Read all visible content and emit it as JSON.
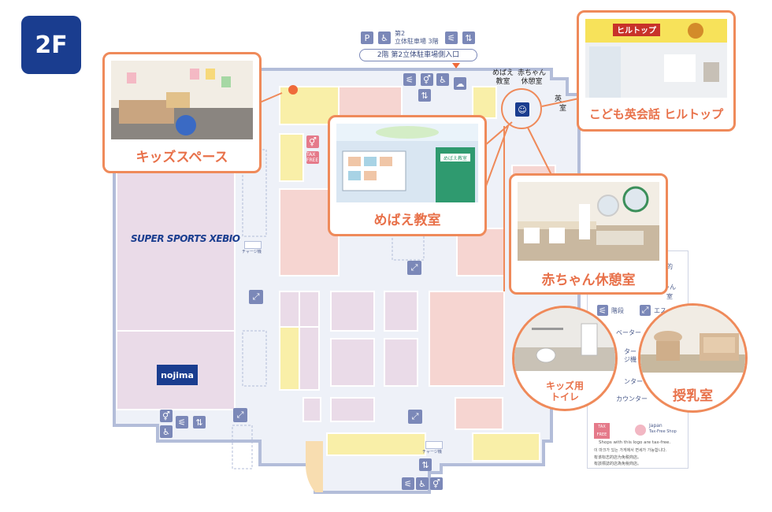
{
  "floor": {
    "label": "2F"
  },
  "parking": {
    "line1": "第2",
    "line2": "立体駐車場 3階",
    "entrance": "2階 第2立体駐車場側入口",
    "p_label": "P"
  },
  "callouts": {
    "kids_space": "キッズスペース",
    "mebae": "めばえ教室",
    "hilltop": "こども英会話 ヒルトップ",
    "baby_room": "赤ちゃん休憩室",
    "kids_toilet_line1": "キッズ用",
    "kids_toilet_line2": "トイレ",
    "nursing": "授乳室"
  },
  "map_labels": {
    "mebae_small_1": "めばえ",
    "mebae_small_2": "教室",
    "baby_small_1": "赤ちゃん",
    "baby_small_2": "休憩室",
    "hilltop_partial": "英",
    "shop_partial": "室",
    "charge1": "チャージ機",
    "charge2": "チャージ機",
    "hilltop_sign": "ヒルトップ",
    "mebae_sign": "めばえ教室",
    "tax_free": "TAX FREE"
  },
  "stores": {
    "xebio": "SUPER SPORTS XEBIO",
    "nojima": "nojima"
  },
  "legend": {
    "partial_1": "的",
    "partial_2": "ゃん",
    "partial_3": "室",
    "stairs": "階段",
    "escalator": "エス",
    "partial_4": "ベーター",
    "partial_5": "ター",
    "partial_6": "ジ機",
    "partial_7": "ンター",
    "counter": "カウンター",
    "tax_free": "TAX FREE",
    "japan": "Japan",
    "taxfree_shop": "Tax-Free Shop",
    "note_en": "Shops with this logo are tax-free.",
    "note_ko": "이 마크가 있는 가게에서 면세가 가능합니다.",
    "note_zh1": "有该标志的店为免税商店。",
    "note_zh2": "有該標誌的店為免稅商店。"
  },
  "colors": {
    "callout_border": "#ef8a5a",
    "floor_badge": "#1a3d8f",
    "shop_pink": "#f6d5d1",
    "shop_purple": "#eadbe8",
    "shop_yellow": "#f9efa8",
    "outline": "#b3bdd9"
  }
}
